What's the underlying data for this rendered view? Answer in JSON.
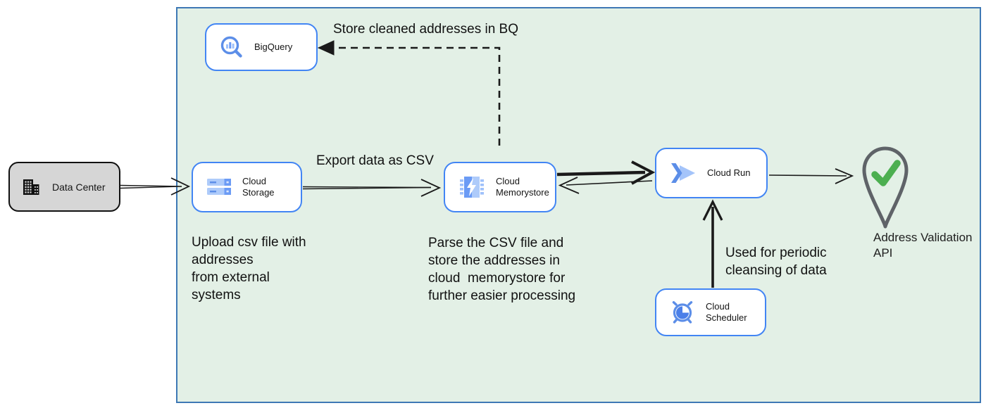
{
  "nodes": {
    "bigquery": {
      "label": "BigQuery"
    },
    "data_center": {
      "label": "Data Center"
    },
    "cloud_storage": {
      "label": "Cloud Storage"
    },
    "cloud_memorystore": {
      "label": "Cloud\nMemorystore"
    },
    "cloud_run": {
      "label": "Cloud Run"
    },
    "cloud_scheduler": {
      "label": "Cloud Scheduler"
    },
    "address_validation_api": {
      "label": "Address Validation\nAPI"
    }
  },
  "edge_labels": {
    "store_cleaned_bq": "Store cleaned addresses in BQ",
    "export_csv": "Export data as CSV",
    "periodic_cleansing": "Used for periodic\ncleansing of data"
  },
  "notes": {
    "upload_csv": "Upload csv file with\naddresses\nfrom external\nsystems",
    "parse_csv": "Parse the CSV file and\nstore the addresses in\ncloud  memorystore for\nfurther easier processing"
  },
  "colors": {
    "container_fill": "#e3f0e6",
    "container_border": "#3e78b5",
    "node_border": "#4285f4",
    "node_fill": "#ffffff",
    "data_center_fill": "#d6d6d6",
    "icon_blue": "#5c8ee8",
    "icon_blue_light": "#aecbfa",
    "arrow_black": "#1a1a1a",
    "pin_gray": "#5f6368",
    "check_green": "#4caf50"
  }
}
